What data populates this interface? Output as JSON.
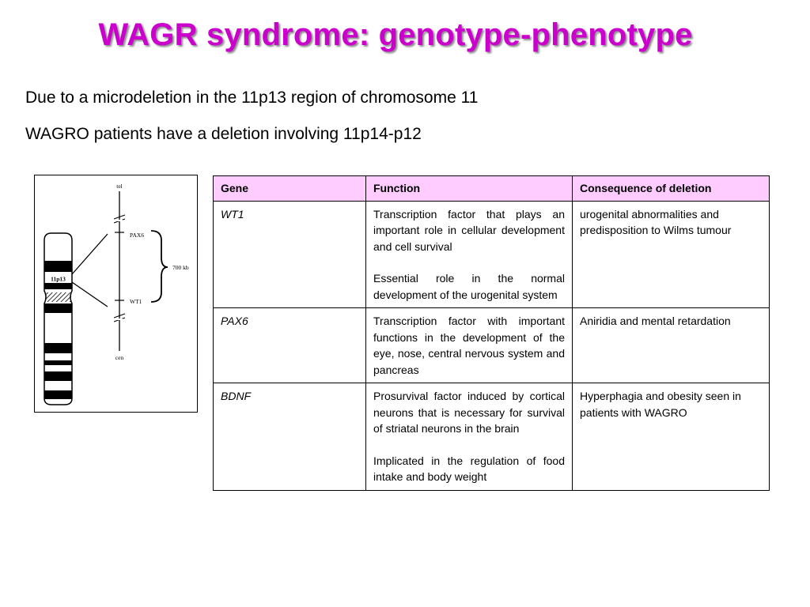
{
  "slide": {
    "title": "WAGR syndrome: genotype-phenotype",
    "lines": [
      "Due to a microdeletion in the 11p13 region of chromosome 11",
      "WAGRO patients have a deletion involving 11p14-p12"
    ]
  },
  "figure": {
    "tel_label": "tel",
    "cen_label": "cen",
    "band_label": "11p13",
    "gene_top": "PAX6",
    "gene_bottom": "WT1",
    "size_label": "700 kb"
  },
  "table": {
    "headers": [
      "Gene",
      "Function",
      "Consequence of deletion"
    ],
    "rows": [
      {
        "gene": "WT1",
        "function": [
          "Transcription factor that plays an important role in cellular development and cell survival",
          "Essential role in the normal development of the urogenital system"
        ],
        "consequence": "urogenital abnormalities and predisposition to Wilms tumour"
      },
      {
        "gene": "PAX6",
        "function": [
          "Transcription factor with important functions in the development of the eye, nose, central nervous system and pancreas"
        ],
        "consequence": "Aniridia and mental retardation"
      },
      {
        "gene": "BDNF",
        "function": [
          "Prosurvival factor induced by cortical neurons that is necessary for survival of striatal neurons in the brain",
          "Implicated in the regulation of food intake and body weight"
        ],
        "consequence": "Hyperphagia and obesity seen in patients with WAGRO"
      }
    ]
  }
}
